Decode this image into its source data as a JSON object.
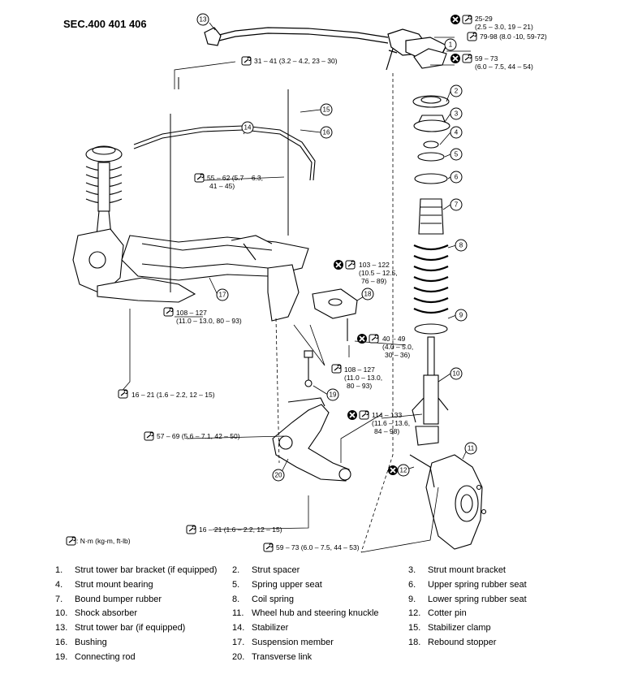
{
  "section_title": "SEC.400 401 406",
  "unit_note": ": N·m (kg-m, ft-lb)",
  "callouts": [
    "1",
    "2",
    "3",
    "4",
    "5",
    "6",
    "7",
    "8",
    "9",
    "10",
    "11",
    "12",
    "13",
    "14",
    "15",
    "16",
    "17",
    "18",
    "19",
    "20"
  ],
  "torques": {
    "t_25_29": [
      "25-29",
      "(2.5 – 3.0, 19 – 21)"
    ],
    "t_79_98": [
      "79-98 (8.0 -10, 59-72)"
    ],
    "t_59_73_top": [
      "59 – 73",
      "(6.0 – 7.5, 44 – 54)"
    ],
    "t_31_41": [
      "31 – 41 (3.2 – 4.2, 23 – 30)"
    ],
    "t_55_62": [
      "55 – 62 (5.7 – 6.3,",
      "41 – 45)"
    ],
    "t_103_122": [
      "103 – 122",
      "(10.5 – 12.5,",
      "76 – 89)"
    ],
    "t_108_127_left": [
      "108 – 127",
      "(11.0 – 13.0, 80 – 93)"
    ],
    "t_40_49": [
      "40 – 49",
      "(4.0 – 5.0,",
      "30 – 36)"
    ],
    "t_108_127_right": [
      "108 – 127",
      "(11.0 – 13.0,",
      "80 – 93)"
    ],
    "t_16_21_left": [
      "16 – 21 (1.6 – 2.2, 12 – 15)"
    ],
    "t_114_133": [
      "114 – 133",
      "(11.6 – 13.6,",
      "84 – 98)"
    ],
    "t_57_69": [
      "57 – 69 (5.6 – 7.1, 42 – 50)"
    ],
    "t_16_21_bottom": [
      "16 – 21 (1.6 – 2.2, 12 – 15)"
    ],
    "t_59_73_bottom": [
      "59 – 73 (6.0 – 7.5, 44 – 53)"
    ]
  },
  "legend": [
    {
      "num": "1.",
      "label": "Strut tower bar bracket (if equipped)"
    },
    {
      "num": "2.",
      "label": "Strut spacer"
    },
    {
      "num": "3.",
      "label": "Strut mount bracket"
    },
    {
      "num": "4.",
      "label": "Strut mount bearing"
    },
    {
      "num": "5.",
      "label": "Spring upper seat"
    },
    {
      "num": "6.",
      "label": "Upper spring rubber seat"
    },
    {
      "num": "7.",
      "label": "Bound bumper rubber"
    },
    {
      "num": "8.",
      "label": "Coil spring"
    },
    {
      "num": "9.",
      "label": "Lower spring rubber seat"
    },
    {
      "num": "10.",
      "label": "Shock absorber"
    },
    {
      "num": "11.",
      "label": "Wheel hub and steering knuckle"
    },
    {
      "num": "12.",
      "label": "Cotter pin"
    },
    {
      "num": "13.",
      "label": "Strut tower bar (if equipped)"
    },
    {
      "num": "14.",
      "label": "Stabilizer"
    },
    {
      "num": "15.",
      "label": "Stabilizer clamp"
    },
    {
      "num": "16.",
      "label": "Bushing"
    },
    {
      "num": "17.",
      "label": "Suspension member"
    },
    {
      "num": "18.",
      "label": "Rebound stopper"
    },
    {
      "num": "19.",
      "label": "Connecting rod"
    },
    {
      "num": "20.",
      "label": "Transverse link"
    }
  ]
}
